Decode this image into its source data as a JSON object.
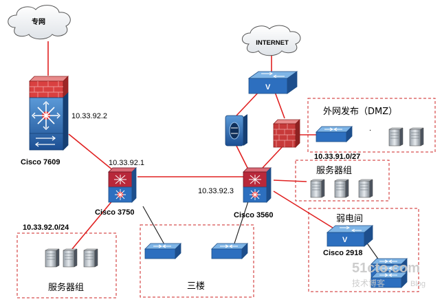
{
  "clouds": {
    "private_net": "专网",
    "internet": "INTERNET"
  },
  "devices": {
    "core_router": "Cisco 7609",
    "switch_3750": "Cisco 3750",
    "switch_3560": "Cisco 3560",
    "switch_2918": "Cisco 2918"
  },
  "ips": {
    "router_ip": "10.33.92.2",
    "s3750_ip": "10.33.92.1",
    "s3560_ip": "10.33.92.3",
    "dmz_subnet": "10.33.91.0/27",
    "server_subnet": "10.33.92.0/24"
  },
  "zones": {
    "dmz": "外网发布（DMZ）",
    "dmz_dot": ".",
    "server_group_right": "服务器组",
    "weak_room": "弱电间",
    "server_group_left": "服务器组",
    "floor3": "三楼"
  },
  "watermark": {
    "site": "51cto.com",
    "sub": "技术博客",
    "blog": "Blog"
  },
  "colors": {
    "link": "#e02020",
    "zone_border": "#cc2222",
    "router_blue": "#1f5fa8",
    "firewall_red": "#d94040",
    "switch_red": "#b8283a"
  }
}
